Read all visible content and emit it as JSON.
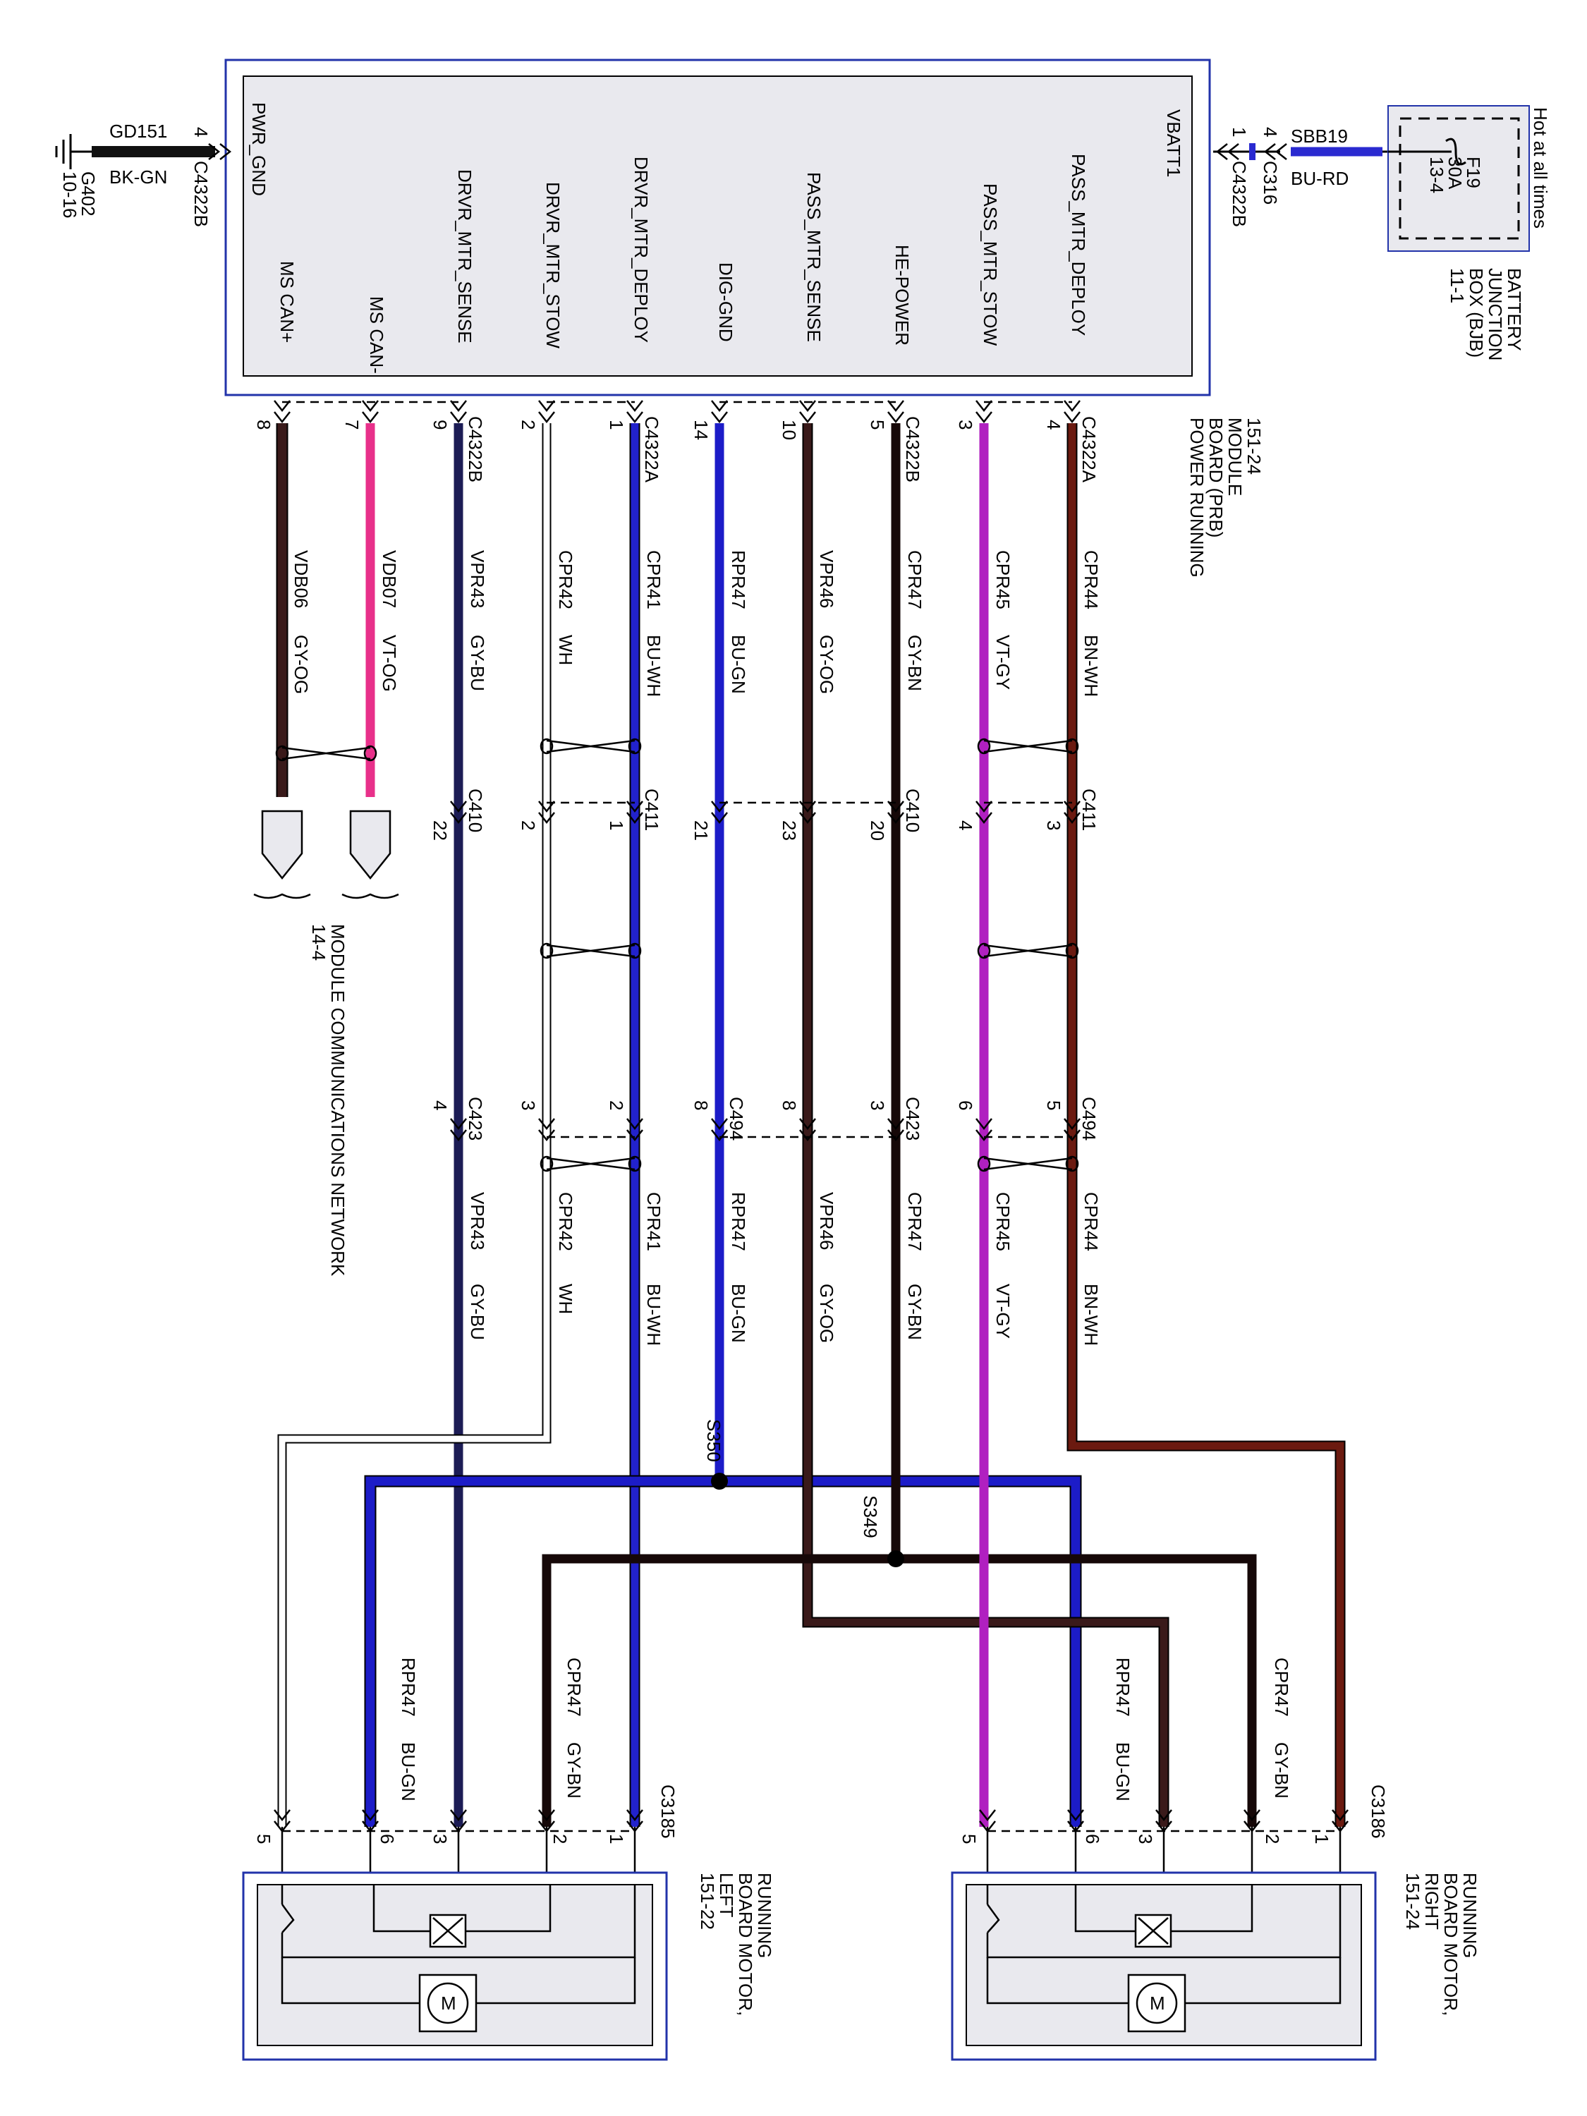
{
  "colors": {
    "box_border": "#2233aa",
    "module_fill": "#e9e9ee",
    "BK-GN": "#111111",
    "BU-RD": "#2a2ad0",
    "GY-OG": "#3a1a1a",
    "VT-OG": "#e8308a",
    "GY-BU": "#1c1c55",
    "WH": "#ffffff",
    "BU-WH": "#2222cc",
    "BU-GN": "#1c1cc8",
    "GY-BN": "#160808",
    "VT-GY": "#b020c0",
    "BN-WH": "#6b1a10"
  },
  "prb_module": {
    "name": [
      "POWER RUNNING",
      "BOARD (PRB)",
      "MODULE",
      "151-24"
    ],
    "pins": [
      "PWR_GND",
      "MS CAN+",
      "MS CAN-",
      "DRVR_MTR_SENSE",
      "DRVR_MTR_STOW",
      "DRVR_MTR_DEPLOY",
      "DIG-GND",
      "PASS_MTR_SENSE",
      "HE-POWER",
      "PASS_MTR_STOW",
      "PASS_MTR_DEPLOY",
      "VBATT1"
    ]
  },
  "ground": {
    "circuit": "GD151",
    "color": "BK-GN",
    "pin": "4",
    "connector": "C4322B",
    "ground_id": "G402",
    "ground_ref": "10-16"
  },
  "power_feed": {
    "pin_module": "1",
    "connector_module": "C4322B",
    "pin_inline": "4",
    "connector_inline": "C316",
    "circuit": "SBB19",
    "color": "BU-RD",
    "hot_note": "Hot at all times",
    "fuse": [
      "F19",
      "30A",
      "13-4"
    ],
    "bjb": [
      "BATTERY",
      "JUNCTION",
      "BOX (BJB)",
      "11-1"
    ]
  },
  "module_comm_network": [
    "MODULE COMMUNICATIONS NETWORK",
    "14-4"
  ],
  "wires": [
    {
      "id": "ms-can-plus",
      "circuit": "VDB06",
      "color": "GY-OG",
      "pin_prb": "8"
    },
    {
      "id": "ms-can-minus",
      "circuit": "VDB07",
      "color": "VT-OG",
      "pin_prb": "7"
    },
    {
      "id": "drvr-mtr-sense",
      "circuit": "VPR43",
      "color": "GY-BU",
      "pin_prb": "9",
      "pin_mid1": "22",
      "pin_mid2": "4",
      "pin_motor": "3"
    },
    {
      "id": "drvr-mtr-stow",
      "circuit": "CPR42",
      "color": "WH",
      "pin_prb": "2",
      "pin_mid1": "2",
      "pin_mid2": "3",
      "pin_motor": "5"
    },
    {
      "id": "drvr-mtr-deploy",
      "circuit": "CPR41",
      "color": "BU-WH",
      "pin_prb": "1",
      "pin_mid1": "1",
      "pin_mid2": "2",
      "pin_motor": "1"
    },
    {
      "id": "dig-gnd",
      "circuit": "RPR47",
      "color": "BU-GN",
      "pin_prb": "14",
      "pin_mid1": "21",
      "pin_mid2": "8"
    },
    {
      "id": "pass-mtr-sense",
      "circuit": "VPR46",
      "color": "GY-OG",
      "pin_prb": "10",
      "pin_mid1": "23",
      "pin_mid2": "8",
      "pin_motor": "3"
    },
    {
      "id": "he-power",
      "circuit": "CPR47",
      "color": "GY-BN",
      "pin_prb": "5",
      "pin_mid1": "20",
      "pin_mid2": "3"
    },
    {
      "id": "pass-mtr-stow",
      "circuit": "CPR45",
      "color": "VT-GY",
      "pin_prb": "3",
      "pin_mid1": "4",
      "pin_mid2": "6",
      "pin_motor": "5"
    },
    {
      "id": "pass-mtr-deploy",
      "circuit": "CPR44",
      "color": "BN-WH",
      "pin_prb": "4",
      "pin_mid1": "3",
      "pin_mid2": "5",
      "pin_motor": "1"
    }
  ],
  "connectors": {
    "prb": [
      "C4322B",
      "C4322A",
      "C4322B",
      "C4322A",
      "C4322B",
      "C4322A"
    ],
    "mid1": [
      "C410",
      "C411",
      "C410",
      "C411"
    ],
    "mid2": [
      "C423",
      "C494",
      "C423",
      "C494"
    ],
    "left_motor": "C3185",
    "right_motor": "C3186"
  },
  "splices": {
    "s350": "S350",
    "s349": "S349"
  },
  "branch_labels": {
    "left_rpr": [
      "RPR47",
      "BU-GN"
    ],
    "left_cpr": [
      "CPR47",
      "GY-BN"
    ],
    "right_rpr": [
      "RPR47",
      "BU-GN"
    ],
    "right_cpr": [
      "CPR47",
      "GY-BN"
    ],
    "left_pins": {
      "rpr": "6",
      "cpr": "2"
    },
    "right_pins": {
      "rpr": "6",
      "cpr": "2"
    }
  },
  "left_motor": {
    "name": [
      "RUNNING",
      "BOARD MOTOR,",
      "LEFT",
      "151-22"
    ]
  },
  "right_motor": {
    "name": [
      "RUNNING",
      "BOARD MOTOR,",
      "RIGHT",
      "151-24"
    ]
  },
  "motor_symbol": "M"
}
